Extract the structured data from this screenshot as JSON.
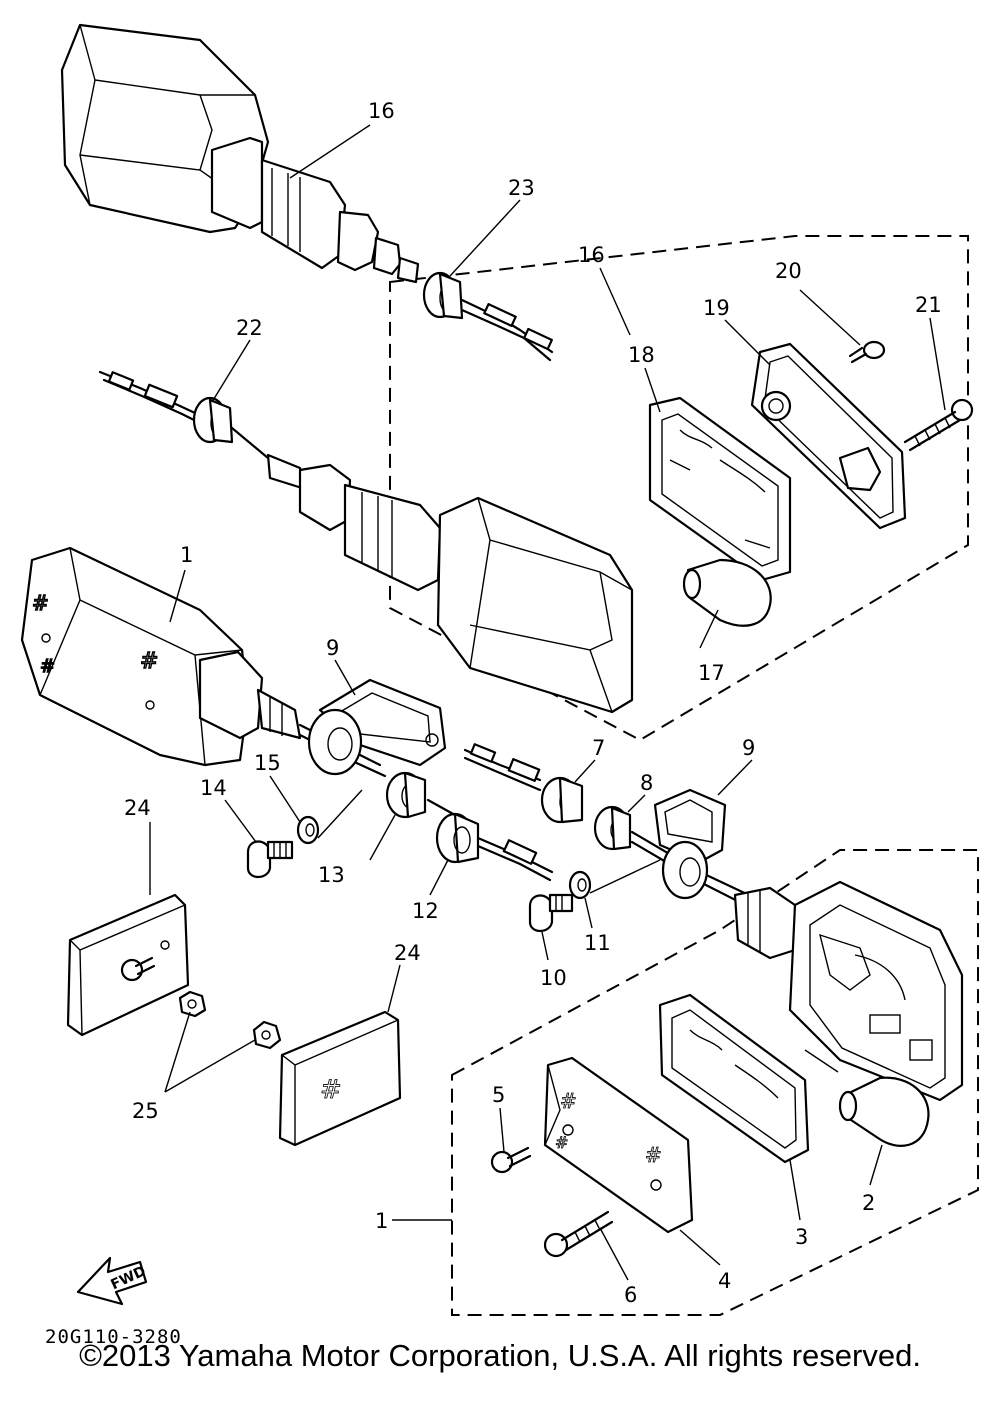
{
  "diagram": {
    "callouts": [
      {
        "id": "c16a",
        "label": "16"
      },
      {
        "id": "c23",
        "label": "23"
      },
      {
        "id": "c16b",
        "label": "16"
      },
      {
        "id": "c20",
        "label": "20"
      },
      {
        "id": "c19",
        "label": "19"
      },
      {
        "id": "c21",
        "label": "21"
      },
      {
        "id": "c22",
        "label": "22"
      },
      {
        "id": "c18",
        "label": "18"
      },
      {
        "id": "c1a",
        "label": "1"
      },
      {
        "id": "c9a",
        "label": "9"
      },
      {
        "id": "c17",
        "label": "17"
      },
      {
        "id": "c7",
        "label": "7"
      },
      {
        "id": "c8",
        "label": "8"
      },
      {
        "id": "c9b",
        "label": "9"
      },
      {
        "id": "c24a",
        "label": "24"
      },
      {
        "id": "c15",
        "label": "15"
      },
      {
        "id": "c14",
        "label": "14"
      },
      {
        "id": "c13",
        "label": "13"
      },
      {
        "id": "c12",
        "label": "12"
      },
      {
        "id": "c11",
        "label": "11"
      },
      {
        "id": "c10",
        "label": "10"
      },
      {
        "id": "c24b",
        "label": "24"
      },
      {
        "id": "c25",
        "label": "25"
      },
      {
        "id": "c5",
        "label": "5"
      },
      {
        "id": "c2",
        "label": "2"
      },
      {
        "id": "c1b",
        "label": "1"
      },
      {
        "id": "c3",
        "label": "3"
      },
      {
        "id": "c4",
        "label": "4"
      },
      {
        "id": "c6",
        "label": "6"
      }
    ],
    "fwd_label": "FWD",
    "diagram_code": "20G110-3280"
  },
  "copyright": "©2013 Yamaha Motor Corporation, U.S.A. All rights reserved."
}
